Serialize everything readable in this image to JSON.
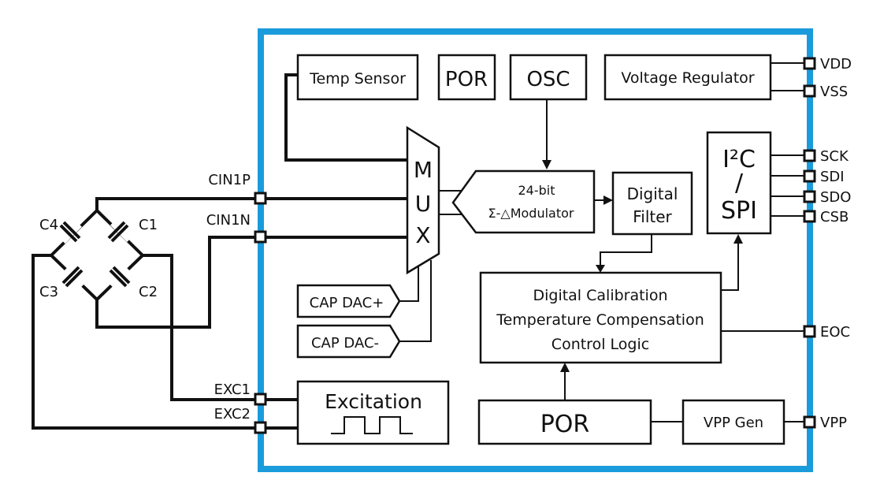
{
  "colors": {
    "chip_border": "#1a9bdb",
    "wire": "#111111"
  },
  "blocks": {
    "temp_sensor": "Temp Sensor",
    "por_top": "POR",
    "osc": "OSC",
    "voltage_regulator": "Voltage Regulator",
    "mux": [
      "M",
      "U",
      "X"
    ],
    "modulator_line1": "24-bit",
    "modulator_line2": "Σ-△Modulator",
    "digital_filter_line1": "Digital",
    "digital_filter_line2": "Filter",
    "i2c_line1": "I²C",
    "i2c_line2": "/",
    "i2c_line3": "SPI",
    "calib_line1": "Digital Calibration",
    "calib_line2": "Temperature Compensation",
    "calib_line3": "Control Logic",
    "cap_dac_plus": "CAP DAC+",
    "cap_dac_minus": "CAP DAC-",
    "excitation": "Excitation",
    "por_bottom": "POR",
    "vpp_gen": "VPP Gen"
  },
  "pins": {
    "left": {
      "cin1p": "CIN1P",
      "cin1n": "CIN1N",
      "exc1": "EXC1",
      "exc2": "EXC2"
    },
    "right": {
      "vdd": "VDD",
      "vss": "VSS",
      "sck": "SCK",
      "sdi": "SDI",
      "sdo": "SDO",
      "csb": "CSB",
      "eoc": "EOC",
      "vpp": "VPP"
    }
  },
  "capacitors": {
    "c1": "C1",
    "c2": "C2",
    "c3": "C3",
    "c4": "C4"
  }
}
